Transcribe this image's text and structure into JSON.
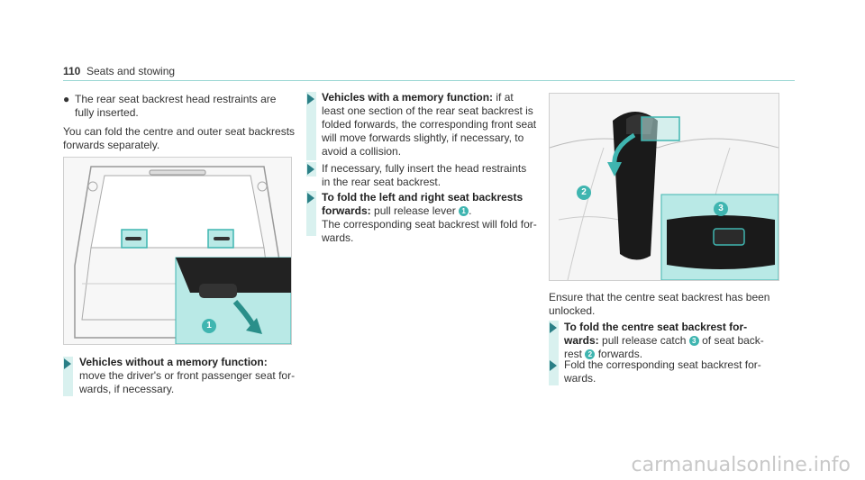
{
  "header": {
    "page_number": "110",
    "title": "Seats and stowing"
  },
  "col1": {
    "bullet_text": "The rear seat backrest head restraints are fully inserted.",
    "bullet_line1": "The rear seat backrest head restraints are",
    "bullet_line2": "fully inserted.",
    "para_line1": "You can fold the centre and outer seat backrests",
    "para_line2": "forwards separately.",
    "step1_bold": "Vehicles without a memory function:",
    "step1_line1": "move the driver's or front passenger seat for-",
    "step1_line2": "wards, if necessary."
  },
  "col2": {
    "step1_bold": "Vehicles with a memory function:",
    "step1_rest1": " if at",
    "step1_line2": "least one section of the rear seat backrest is",
    "step1_line3": "folded forwards, the corresponding front seat",
    "step1_line4": "will move forwards slightly, if necessary, to",
    "step1_line5": "avoid a collision.",
    "step2_line1": "If necessary, fully insert the head restraints",
    "step2_line2": "in the rear seat backrest.",
    "step3_bold1": "To fold the left and right seat backrests",
    "step3_bold2": "forwards:",
    "step3_rest": " pull release lever",
    "step3_line3": "The corresponding seat backrest will fold for-",
    "step3_line4": "wards."
  },
  "col3": {
    "para_line1": "Ensure that the centre seat backrest has been",
    "para_line2": "unlocked.",
    "step1_bold1": "To fold the centre seat backrest for-",
    "step1_bold2": "wards:",
    "step1_rest": " pull release catch",
    "step1_rest2": " of seat back-",
    "step1_line3a": "rest",
    "step1_line3b": " forwards.",
    "step2_line1": "Fold the corresponding seat backrest for-",
    "step2_line2": "wards."
  },
  "callouts": {
    "one": "1",
    "two": "2",
    "three": "3"
  },
  "watermark": "carmanualsonline.info",
  "colors": {
    "accent": "#3fb5b0",
    "highlight": "#b9e9e6",
    "bar": "#d9f1ef"
  }
}
